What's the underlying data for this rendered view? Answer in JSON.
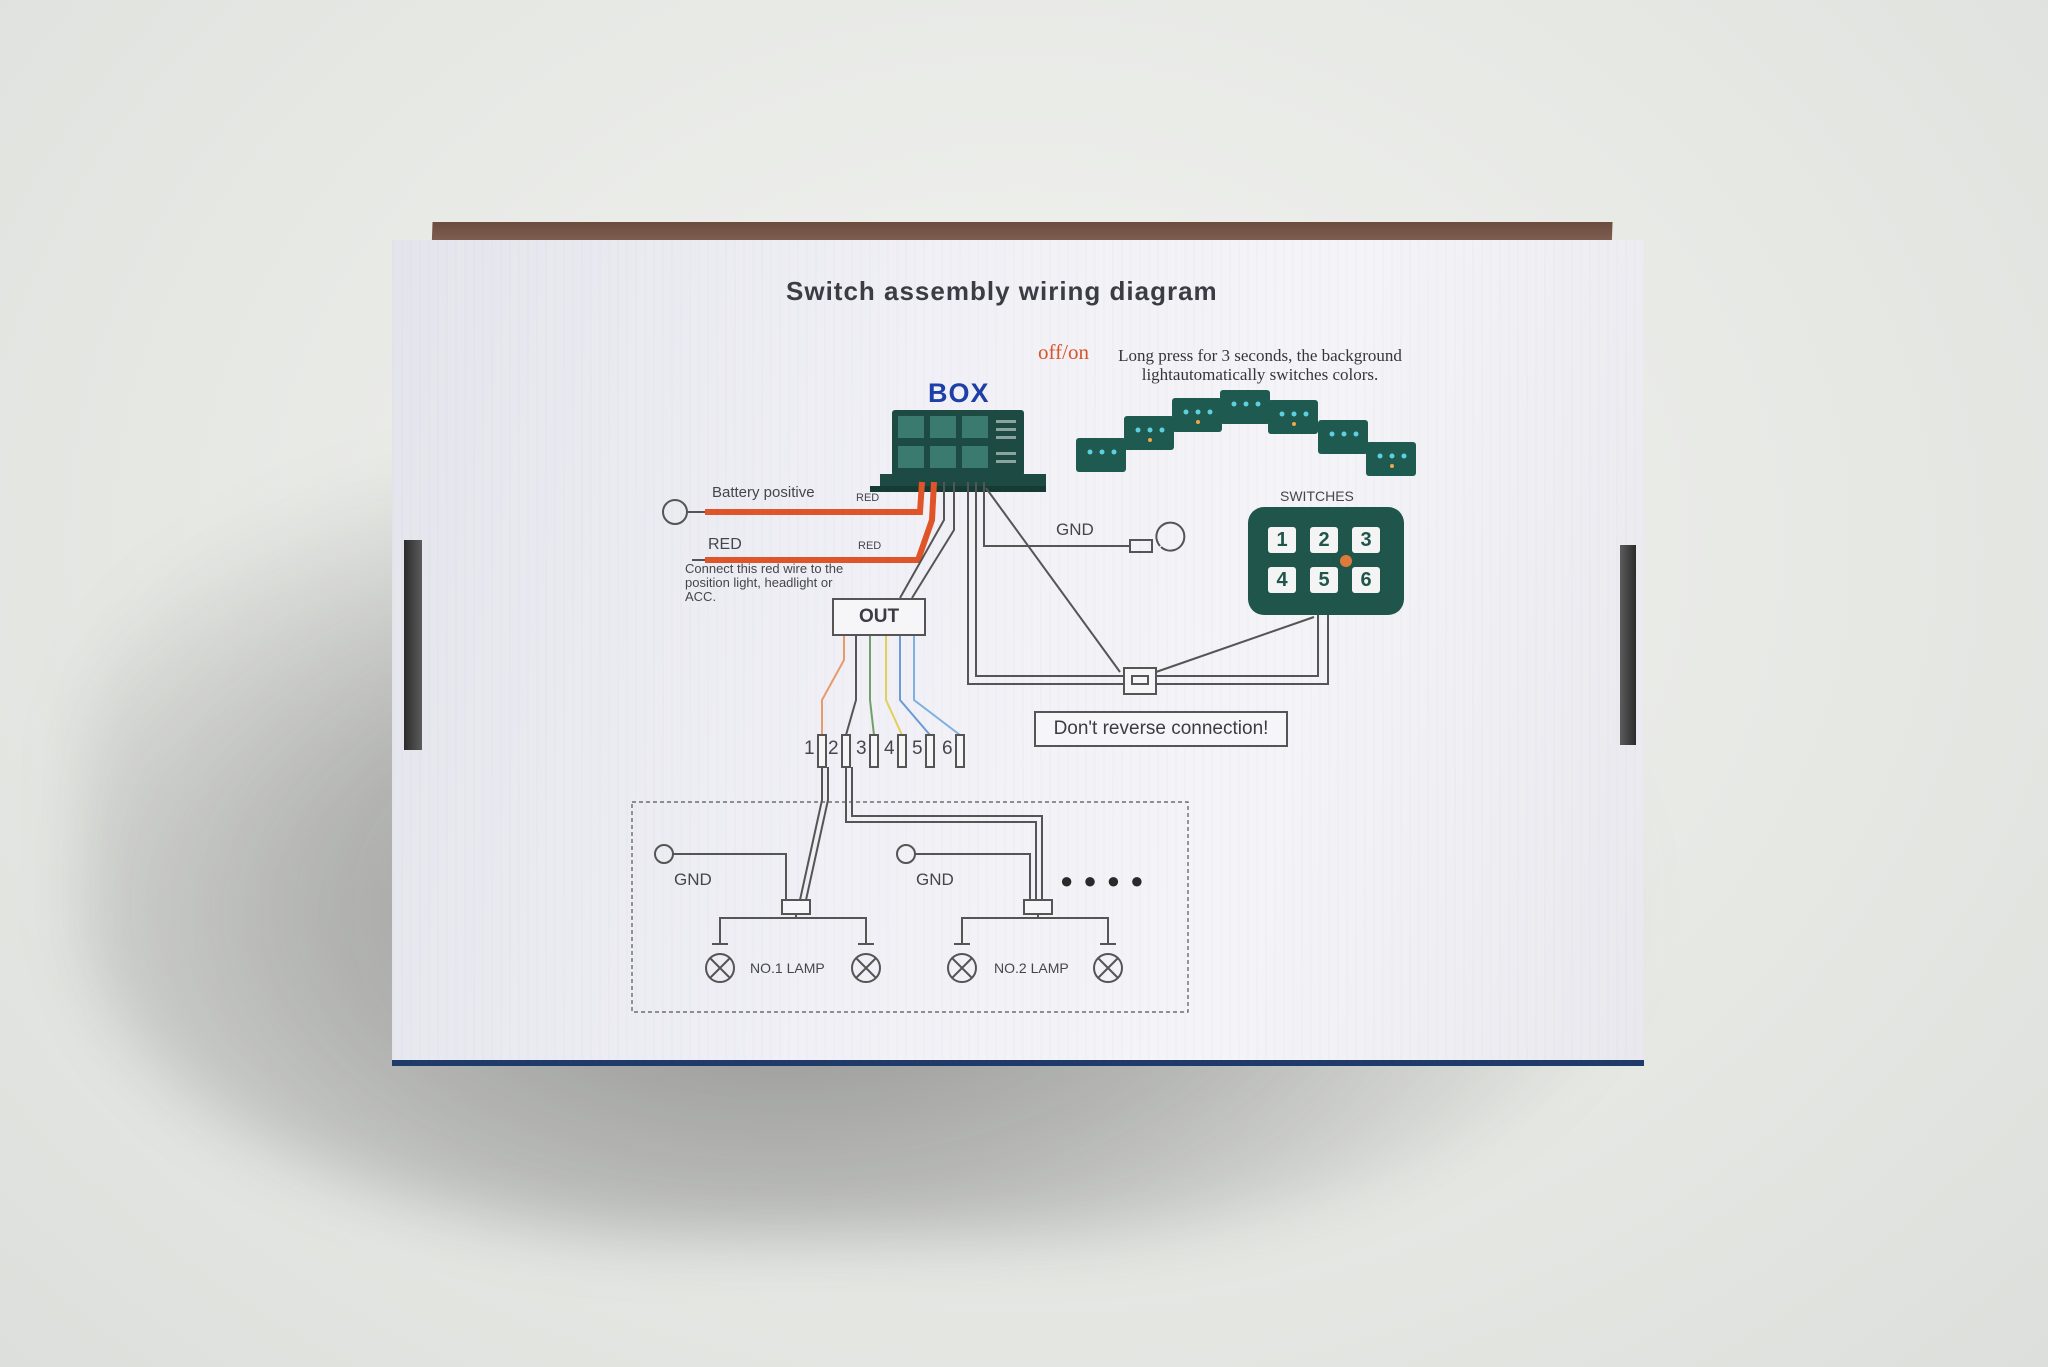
{
  "photo": {
    "subject": "box",
    "colors": {
      "background": "#e9ebe8",
      "box_face": "#f0f0f6",
      "box_inner": "#6b4b3e",
      "red_wire": "#e0542a",
      "box_blue": "#1e3fa6",
      "module_green": "#20554c"
    }
  },
  "diagram": {
    "title": "Switch assembly wiring diagram",
    "box_label": "BOX",
    "offon_label": "off/on",
    "longpress_note": "Long press for 3 seconds, the background lightautomatically switches colors.",
    "battery_label": "Battery positive",
    "red_tag_1": "RED",
    "red_label": "RED",
    "red_tag_2": "RED",
    "red_note": "Connect this red wire to the position light, headlight or ACC.",
    "gnd_top": "GND",
    "switches_label": "SWITCHES",
    "switch_keys": [
      "1",
      "2",
      "3",
      "4",
      "5",
      "6"
    ],
    "out_label": "OUT",
    "output_numbers": [
      "1",
      "2",
      "3",
      "4",
      "5",
      "6"
    ],
    "warning": "Don't reverse connection!",
    "gnd_1": "GND",
    "gnd_2": "GND",
    "lamp_1": "NO.1 LAMP",
    "lamp_2": "NO.2 LAMP",
    "more_dots": "● ● ● ●"
  }
}
